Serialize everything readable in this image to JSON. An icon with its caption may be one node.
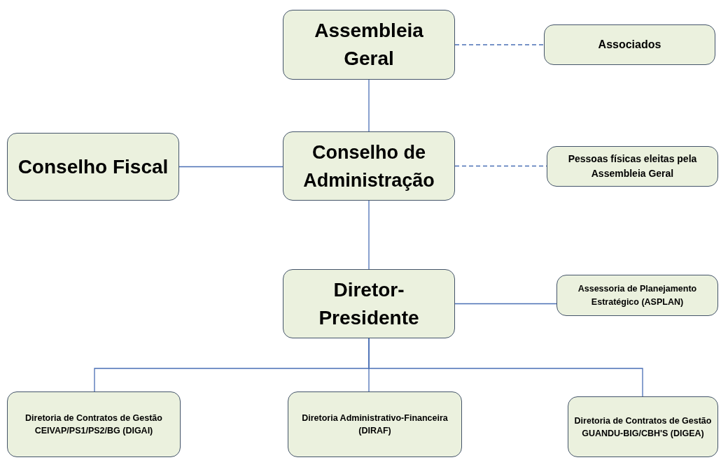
{
  "diagram": {
    "nodes": [
      {
        "text": [
          "Assembleia Geral"
        ]
      },
      {
        "text": [
          "Associados"
        ]
      },
      {
        "text": [
          "Conselho Fiscal"
        ]
      },
      {
        "text": [
          "Conselho de Administração"
        ]
      },
      {
        "text": [
          "Pessoas físicas eleitas pela Assembleia Geral"
        ]
      },
      {
        "text": [
          "Diretor-Presidente"
        ]
      },
      {
        "text": [
          "Assessoria de Planejamento Estratégico (ASPLAN)"
        ]
      },
      {
        "text": [
          "Diretoria de Contratos de Gestão CEIVAP/PS1/PS2/BG (DIGAI)"
        ]
      },
      {
        "text": [
          "Diretoria Administrativo-Financeira (DIRAF)"
        ]
      },
      {
        "text": [
          "Diretoria de Contratos de Gestão GUANDU-BIG/CBH'S (DIGEA)"
        ]
      }
    ],
    "edges": [
      {
        "from": 0,
        "to": 1,
        "arrow": "none",
        "style": "dashed"
      },
      {
        "from": 0,
        "to": 3,
        "arrow": "none"
      },
      {
        "from": 2,
        "to": 3,
        "arrow": "none"
      },
      {
        "from": 3,
        "to": 4,
        "arrow": "none",
        "style": "dashed"
      },
      {
        "from": 3,
        "to": 5,
        "arrow": "none"
      },
      {
        "from": 5,
        "to": 6,
        "arrow": "none"
      },
      {
        "from": 5,
        "to": 7,
        "arrow": "none"
      },
      {
        "from": 5,
        "to": 8,
        "arrow": "none"
      },
      {
        "from": 5,
        "to": 9,
        "arrow": "none"
      }
    ]
  }
}
